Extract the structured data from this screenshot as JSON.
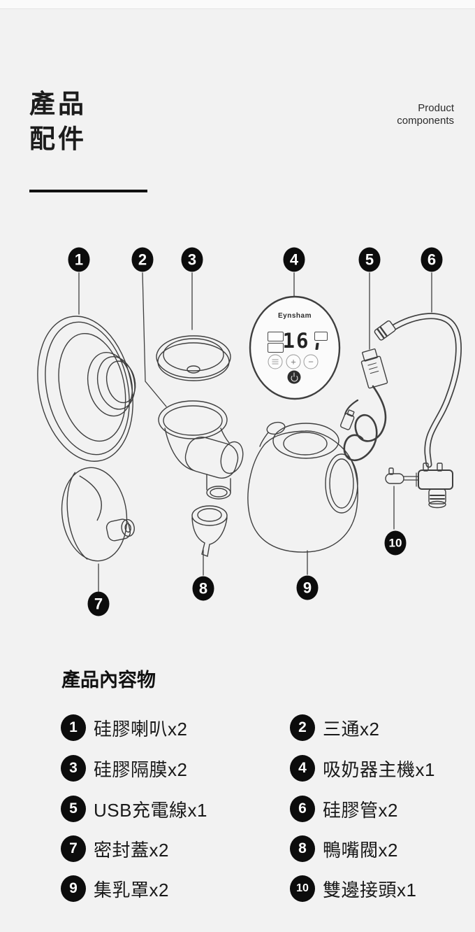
{
  "header": {
    "title_line1": "產品",
    "title_line2": "配件",
    "subtitle_line1": "Product",
    "subtitle_line2": "components"
  },
  "diagram": {
    "badges": [
      "1",
      "2",
      "3",
      "4",
      "5",
      "6",
      "7",
      "8",
      "9",
      "10"
    ],
    "device": {
      "brand": "Eynsham",
      "display_value": "16",
      "plus_label": "+",
      "minus_label": "−"
    }
  },
  "contents": {
    "heading": "產品內容物",
    "items": [
      {
        "n": "1",
        "label": "硅膠喇叭x2"
      },
      {
        "n": "2",
        "label": "三通x2"
      },
      {
        "n": "3",
        "label": "硅膠隔膜x2"
      },
      {
        "n": "4",
        "label": "吸奶器主機x1"
      },
      {
        "n": "5",
        "label": "USB充電線x1"
      },
      {
        "n": "6",
        "label": "硅膠管x2"
      },
      {
        "n": "7",
        "label": "密封蓋x2"
      },
      {
        "n": "8",
        "label": "鴨嘴閥x2"
      },
      {
        "n": "9",
        "label": "集乳罩x2"
      },
      {
        "n": "10",
        "label": "雙邊接頭x1"
      }
    ]
  },
  "colors": {
    "background": "#f2f2f2",
    "badge": "#0c0c0c",
    "line_art": "#3f3f3f",
    "text": "#1a1a1a"
  }
}
